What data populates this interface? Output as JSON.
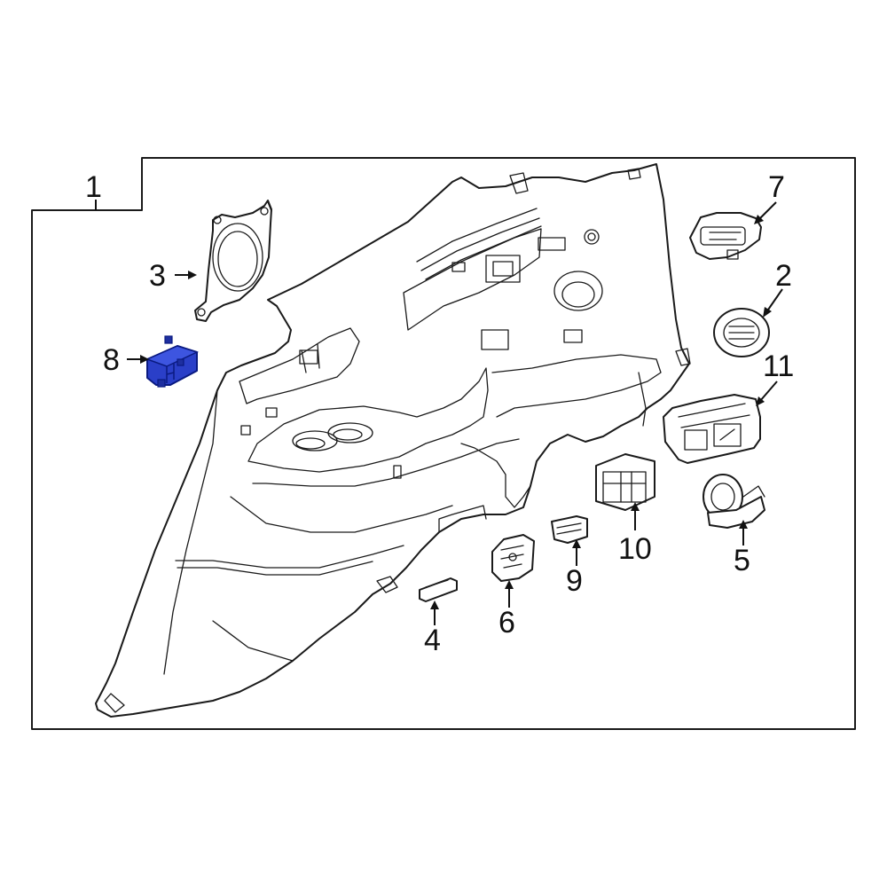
{
  "colors": {
    "line": "#1a1a1a",
    "background": "#ffffff",
    "highlight_fill": "#2a3fc8",
    "highlight_stroke": "#0a1a80"
  },
  "callouts": {
    "c1": "1",
    "c2": "2",
    "c3": "3",
    "c4": "4",
    "c5": "5",
    "c6": "6",
    "c7": "7",
    "c8": "8",
    "c9": "9",
    "c10": "10",
    "c11": "11"
  },
  "highlighted_part": "8"
}
